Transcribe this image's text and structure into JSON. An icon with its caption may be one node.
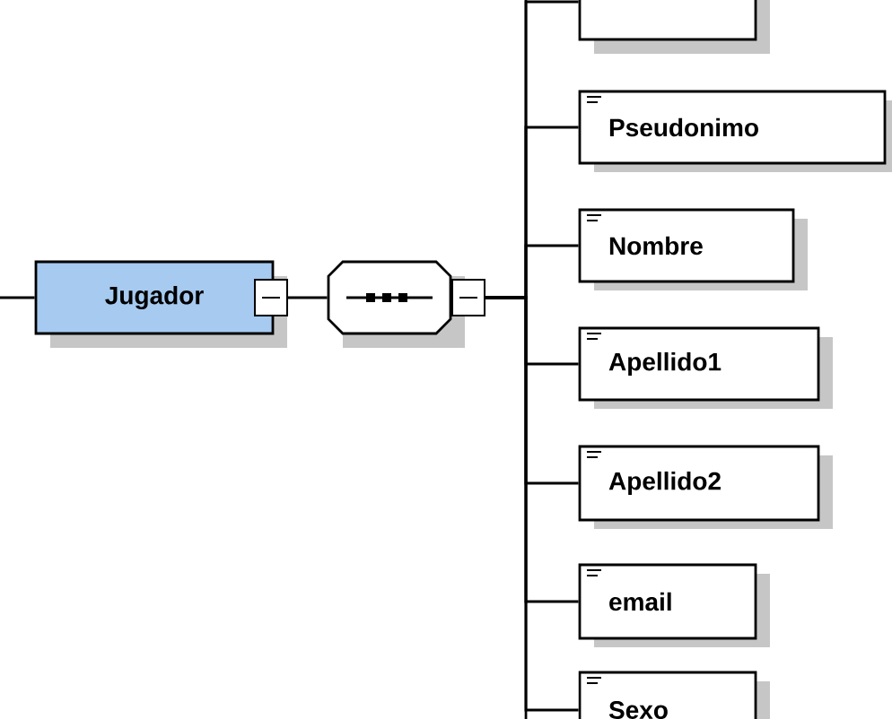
{
  "diagram": {
    "nodes": [
      {
        "text": [
          "Jugador"
        ]
      },
      {
        "text": [],
        "shape": "octagon"
      },
      {
        "text": [],
        "shape": "box"
      },
      {
        "text": [
          "Pseudonimo"
        ]
      },
      {
        "text": [
          "Nombre"
        ]
      },
      {
        "text": [
          "Apellido1"
        ]
      },
      {
        "text": [
          "Apellido2"
        ]
      },
      {
        "text": [
          "email"
        ]
      },
      {
        "text": [
          "Sexo"
        ]
      }
    ],
    "edges": [
      {
        "from": null,
        "to": 0,
        "arrow": "none"
      },
      {
        "from": 0,
        "to": 1,
        "arrow": "none"
      },
      {
        "from": 1,
        "to": 2,
        "arrow": "none"
      },
      {
        "from": 1,
        "to": 3,
        "arrow": "none"
      },
      {
        "from": 1,
        "to": 4,
        "arrow": "none"
      },
      {
        "from": 1,
        "to": 5,
        "arrow": "none"
      },
      {
        "from": 1,
        "to": 6,
        "arrow": "none"
      },
      {
        "from": 1,
        "to": 7,
        "arrow": "none"
      },
      {
        "from": 1,
        "to": 8,
        "arrow": "none"
      }
    ]
  }
}
